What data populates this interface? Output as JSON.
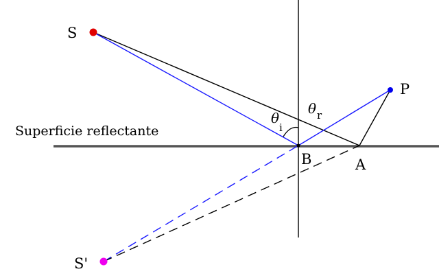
{
  "labels": {
    "source": "S",
    "image": "S'",
    "observer": "P",
    "point_b": "B",
    "point_a": "A",
    "surface": "Superficie reflectante",
    "theta": "θ",
    "incidence_sub": "i",
    "reflection_sub": "r"
  },
  "colors": {
    "blue_ray": "#1a1aff",
    "black_line": "#000000",
    "surface_line": "#555555",
    "source_dot": "#e00000",
    "image_dot": "#ee00ee",
    "observer_dot": "#0000ee"
  }
}
